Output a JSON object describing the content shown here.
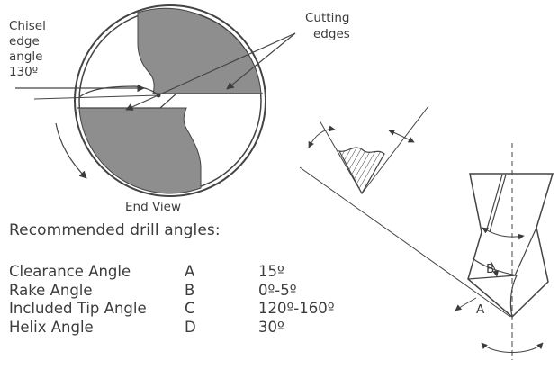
{
  "labels": {
    "chisel_edge": [
      "Chisel",
      "edge",
      "angle",
      "130º"
    ],
    "cutting_edges": [
      "Cutting",
      "edges"
    ],
    "end_view": "End View",
    "point_a": "A",
    "point_b": "B"
  },
  "heading": "Recommended drill angles:",
  "angles": [
    {
      "name": "Clearance Angle",
      "code": "A",
      "value": "15º"
    },
    {
      "name": "Rake Angle",
      "code": "B",
      "value": "0º-5º"
    },
    {
      "name": "Included Tip Angle",
      "code": "C",
      "value": "120º-160º"
    },
    {
      "name": "Helix Angle",
      "code": "D",
      "value": "30º"
    }
  ]
}
